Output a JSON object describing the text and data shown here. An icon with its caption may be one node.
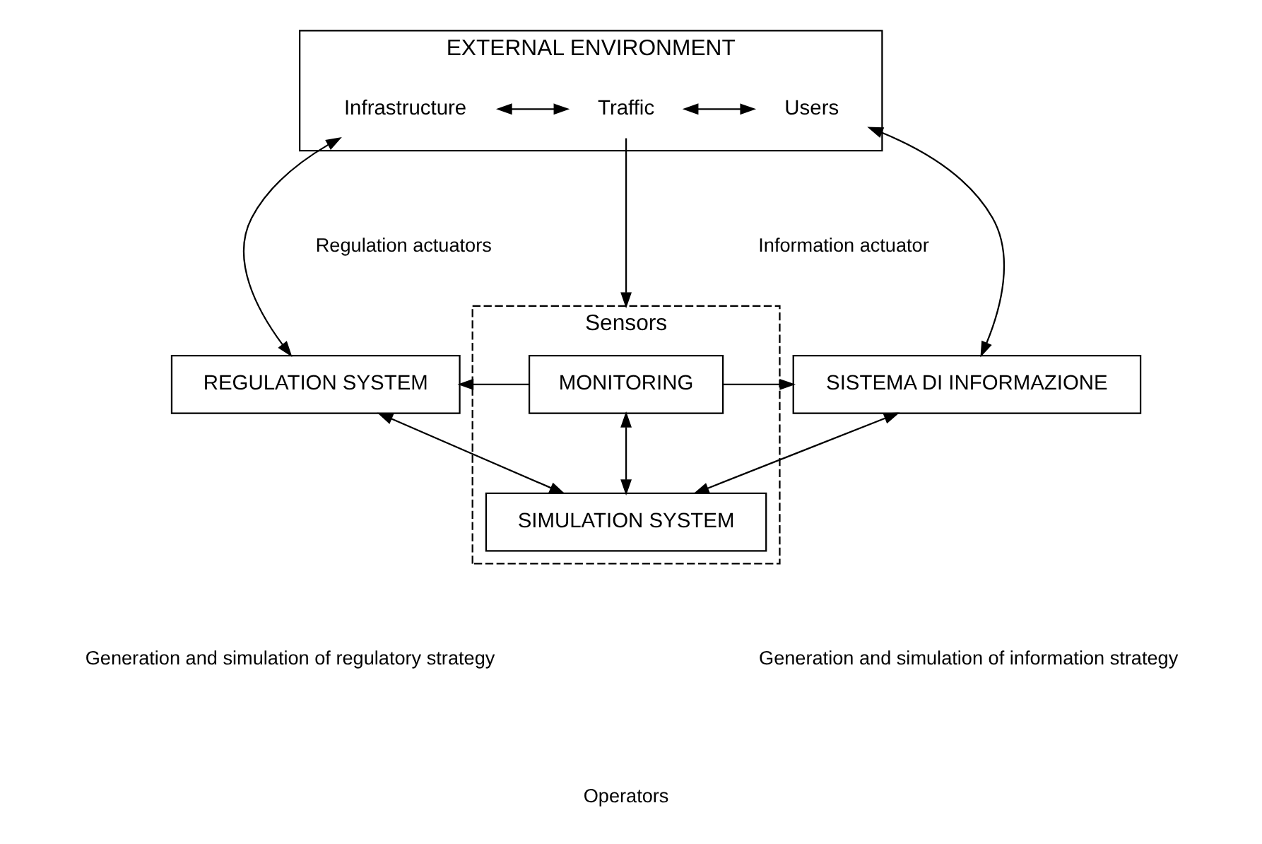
{
  "diagram": {
    "nodes": [
      {
        "text": [
          "EXTERNAL ENVIRONMENT"
        ]
      },
      {
        "text": [
          "Infrastructure"
        ],
        "in": 0
      },
      {
        "text": [
          "Traffic"
        ],
        "in": 0
      },
      {
        "text": [
          "Users"
        ],
        "in": 0
      },
      {
        "text": [
          "Sensors"
        ]
      },
      {
        "text": [
          "REGULATION SYSTEM"
        ]
      },
      {
        "text": [
          "MONITORING"
        ],
        "in": 4
      },
      {
        "text": [
          "SISTEMA DI INFORMAZIONE"
        ]
      },
      {
        "text": [
          "SIMULATION SYSTEM"
        ],
        "in": 4
      }
    ],
    "edges": [
      {
        "from": 1,
        "to": 2,
        "arrow": "both"
      },
      {
        "from": 2,
        "to": 3,
        "arrow": "both"
      },
      {
        "from": 2,
        "to": 4,
        "arrow": "to"
      },
      {
        "from": 5,
        "to": 1,
        "arrow": "both"
      },
      {
        "from": 7,
        "to": 3,
        "arrow": "both"
      },
      {
        "from": 6,
        "to": 5,
        "arrow": "to"
      },
      {
        "from": 6,
        "to": 7,
        "arrow": "to"
      },
      {
        "from": 6,
        "to": 8,
        "arrow": "both"
      },
      {
        "from": 5,
        "to": 8,
        "arrow": "both"
      },
      {
        "from": 8,
        "to": 7,
        "arrow": "both"
      }
    ],
    "labels": [
      "Regulation actuators",
      "Information actuator",
      "Generation and simulation of regulatory strategy",
      "Generation and simulation of information strategy",
      "Operators"
    ]
  }
}
